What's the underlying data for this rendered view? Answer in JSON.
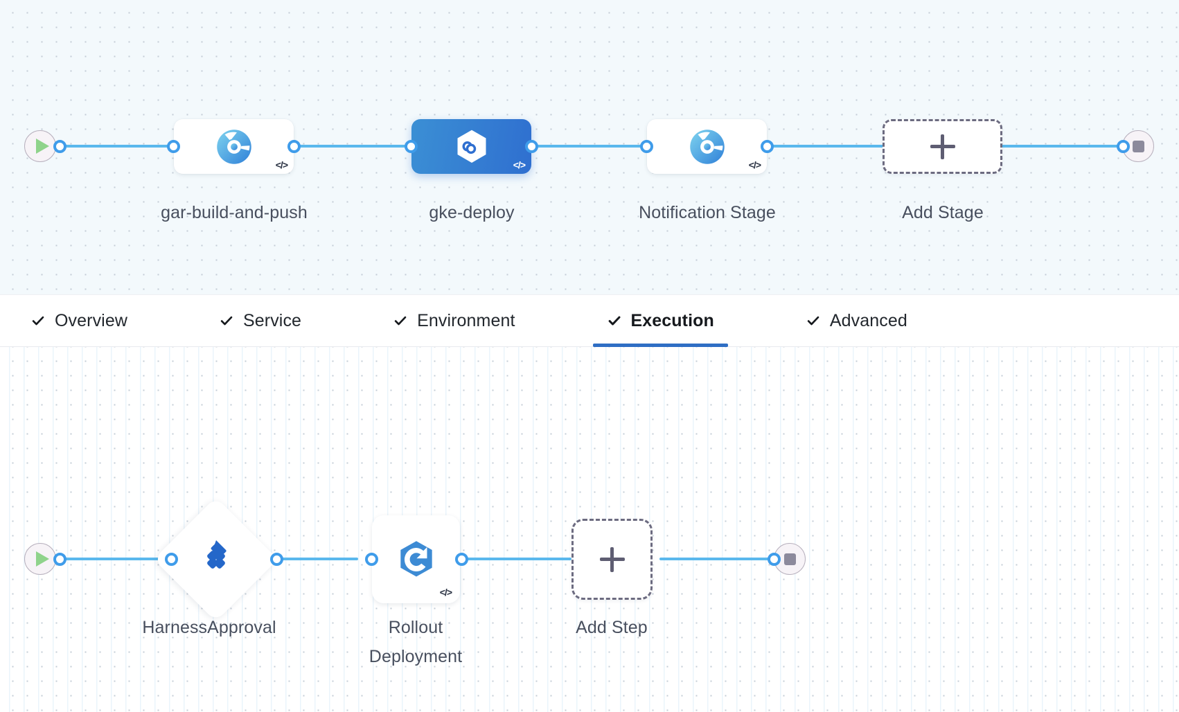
{
  "pipeline": {
    "stage_row": {
      "start_node": {
        "name": "pipeline-start",
        "icon": "play-icon"
      },
      "end_node": {
        "name": "pipeline-end",
        "icon": "stop-icon"
      },
      "stages": [
        {
          "label": "gar-build-and-push",
          "icon": "harness-ci-icon",
          "badge": "</>",
          "selected": false
        },
        {
          "label": "gke-deploy",
          "icon": "harness-cd-infinity-icon",
          "badge": "</>",
          "selected": true
        },
        {
          "label": "Notification Stage",
          "icon": "harness-ci-icon",
          "badge": "</>",
          "selected": false
        }
      ],
      "add_stage": {
        "label": "Add Stage",
        "icon": "plus-icon"
      }
    },
    "execution_row": {
      "start_node": {
        "name": "execution-start",
        "icon": "play-icon"
      },
      "end_node": {
        "name": "execution-end",
        "icon": "stop-icon"
      },
      "steps": [
        {
          "label": "HarnessApproval",
          "icon": "harness-approval-icon",
          "shape": "diamond",
          "badge": ""
        },
        {
          "label": "Rollout Deployment",
          "icon": "kubernetes-rollout-icon",
          "shape": "square",
          "badge": "</>"
        }
      ],
      "add_step": {
        "label": "Add Step",
        "icon": "plus-icon"
      }
    }
  },
  "tabs": [
    {
      "label": "Overview",
      "check": "check-icon",
      "active": false
    },
    {
      "label": "Service",
      "check": "check-icon",
      "active": false
    },
    {
      "label": "Environment",
      "check": "check-icon",
      "active": false
    },
    {
      "label": "Execution",
      "check": "check-icon",
      "active": true
    },
    {
      "label": "Advanced",
      "check": "check-icon",
      "active": false
    }
  ],
  "colors": {
    "edge": "#5ab8ed",
    "selected_stage": "#2f6fd0",
    "active_tab_underline": "#2f6ec4",
    "canvas_top_bg": "#f3f9fc",
    "canvas_bottom_bg": "#ffffff",
    "label_text": "#484f5e"
  }
}
